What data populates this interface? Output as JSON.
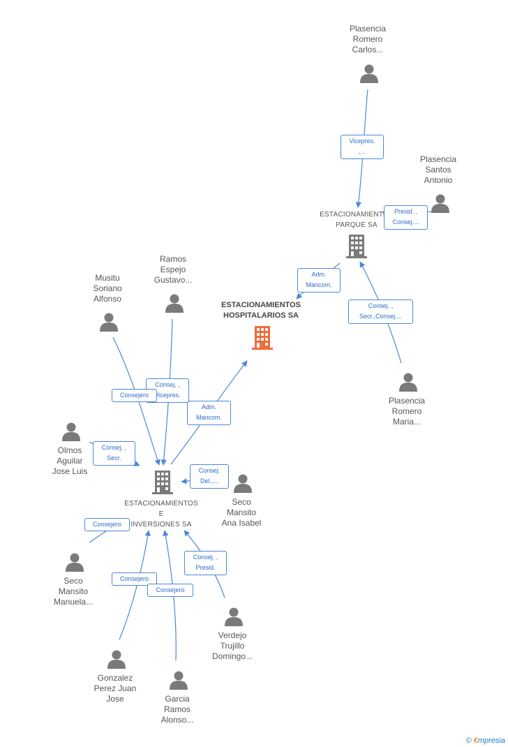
{
  "colors": {
    "edge": "#4a88d8",
    "person": "#7a7a7a",
    "company": "#7a7a7a",
    "highlight_company": "#f26b3a"
  },
  "main_company": {
    "name": "ESTACIONAMIENTOS\nHOSPITALARIOS SA"
  },
  "companies": {
    "parque": "ESTACIONAMIENTOS\nPARQUE SA",
    "inversiones": "ESTACIONAMIENTOS\nE\nINVERSIONES SA"
  },
  "persons": {
    "plasencia_carlos": "Plasencia\nRomero\nCarlos...",
    "plasencia_santos": "Plasencia\nSantos\nAntonio",
    "plasencia_maria": "Plasencia\nRomero\nMaria...",
    "ramos": "Ramos\nEspejo\nGustavo...",
    "musitu": "Musitu\nSoriano\nAlfonso",
    "olmos": "Olmos\nAguilar\nJose Luis",
    "seco_ana": "Seco\nMansito\nAna Isabel",
    "seco_manuela": "Seco\nMansito\nManuela...",
    "verdejo": "Verdejo\nTrujillo\nDomingo...",
    "gonzalez": "Gonzalez\nPerez Juan\nJose",
    "garcia": "Garcia\nRamos\nAlonso..."
  },
  "relations": {
    "vicepres": "Vicepres.\n,...",
    "presid_consej": "Presid. ,\nConsej....",
    "adm_mancom_1": "Adm.\nMancom.",
    "consej_secr": "Consej. ,\nSecr.,Consej....",
    "adm_mancom_2": "Adm.\nMancom.",
    "consej_vicepres": "Consej. ,\nVicepres.",
    "consejero_musitu": "Consejero",
    "consej_secr_olmos": "Consej. ,\nSecr.",
    "consej_del": "Consej.\nDel.,...",
    "consejero_seco": "Consejero",
    "consej_presid": "Consej. ,\nPresid.",
    "consejero_gonzalez": "Consejero",
    "consejero_garcia": "Consejero"
  },
  "watermark": {
    "symbol": "©",
    "brand_initial": "€",
    "brand_rest": "mpresia"
  }
}
